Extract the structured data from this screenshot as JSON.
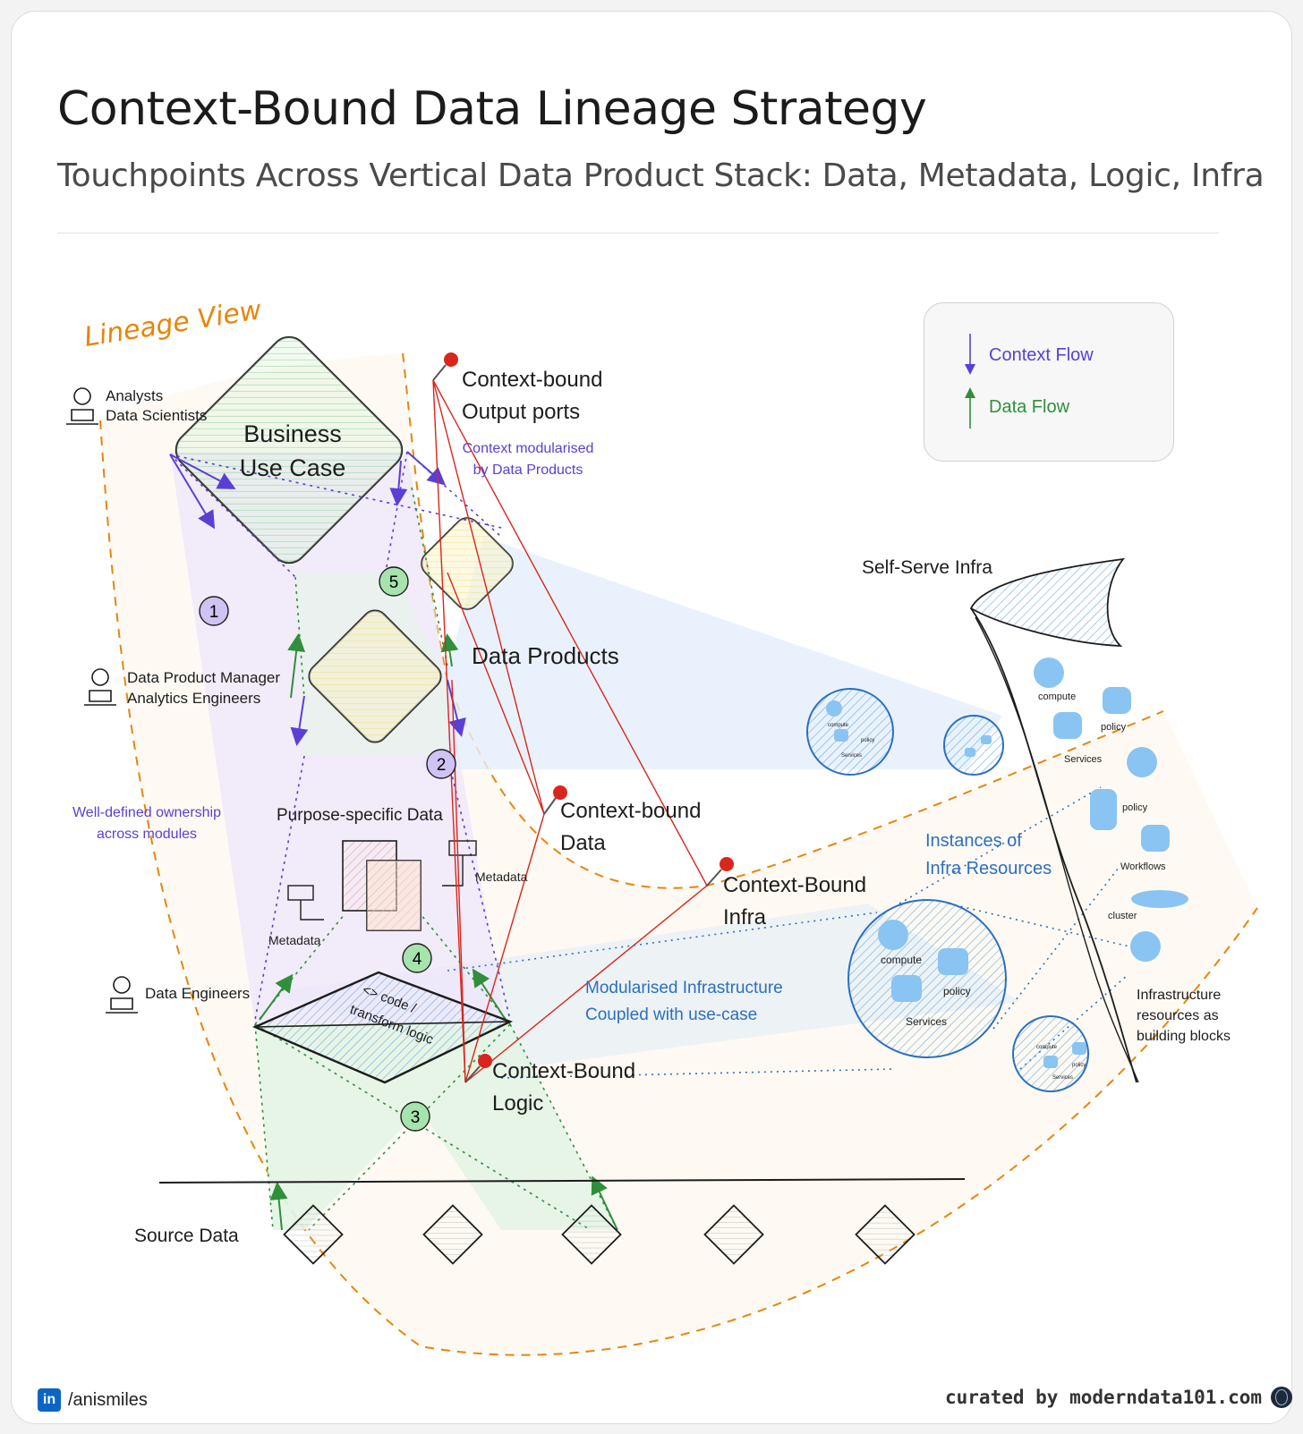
{
  "header": {
    "title": "Context-Bound Data Lineage Strategy",
    "subtitle": "Touchpoints Across Vertical Data Product Stack: Data, Metadata, Logic, Infra"
  },
  "legend": {
    "context_flow": "Context Flow",
    "data_flow": "Data Flow",
    "context_color": "#5a3fd6",
    "data_color": "#2f8f3a"
  },
  "diagram": {
    "lineage_view": "Lineage View",
    "personas": {
      "analysts_line1": "Analysts",
      "analysts_line2": "Data Scientists",
      "dpm_line1": "Data Product Manager",
      "dpm_line2": "Analytics Engineers",
      "engineers": "Data Engineers"
    },
    "business_use_case_line1": "Business",
    "business_use_case_line2": "Use Case",
    "data_products": "Data Products",
    "ownership_line1": "Well-defined ownership",
    "ownership_line2": "across modules",
    "purpose_specific_data": "Purpose-specific Data",
    "metadata": "Metadata",
    "code_line1": "<> code /",
    "code_line2": "transform logic",
    "source_data": "Source Data",
    "context_modularised_line1": "Context modularised",
    "context_modularised_line2": "by Data Products",
    "pins": {
      "output_ports_line1": "Context-bound",
      "output_ports_line2": "Output ports",
      "data_line1": "Context-bound",
      "data_line2": "Data",
      "infra_line1": "Context-Bound",
      "infra_line2": "Infra",
      "logic_line1": "Context-Bound",
      "logic_line2": "Logic"
    },
    "modularised_infra_line1": "Modularised Infrastructure",
    "modularised_infra_line2": "Coupled with use-case",
    "instances_line1": "Instances of",
    "instances_line2": "Infra Resources",
    "self_serve_infra": "Self-Serve Infra",
    "infra_blocks_line1": "Infrastructure",
    "infra_blocks_line2": "resources as",
    "infra_blocks_line3": "building blocks",
    "resources": {
      "compute": "compute",
      "policy": "policy",
      "services": "Services",
      "workflows": "Workflows",
      "cluster": "cluster"
    },
    "steps": [
      "1",
      "2",
      "3",
      "4",
      "5"
    ],
    "accent_orange": "#e8850c",
    "pin_color": "#d9261c",
    "infra_blue": "#2b6fc0"
  },
  "footer": {
    "linkedin_handle": "/anismiles",
    "linkedin_badge": "in",
    "curated_by": "curated by moderndata101.com"
  }
}
